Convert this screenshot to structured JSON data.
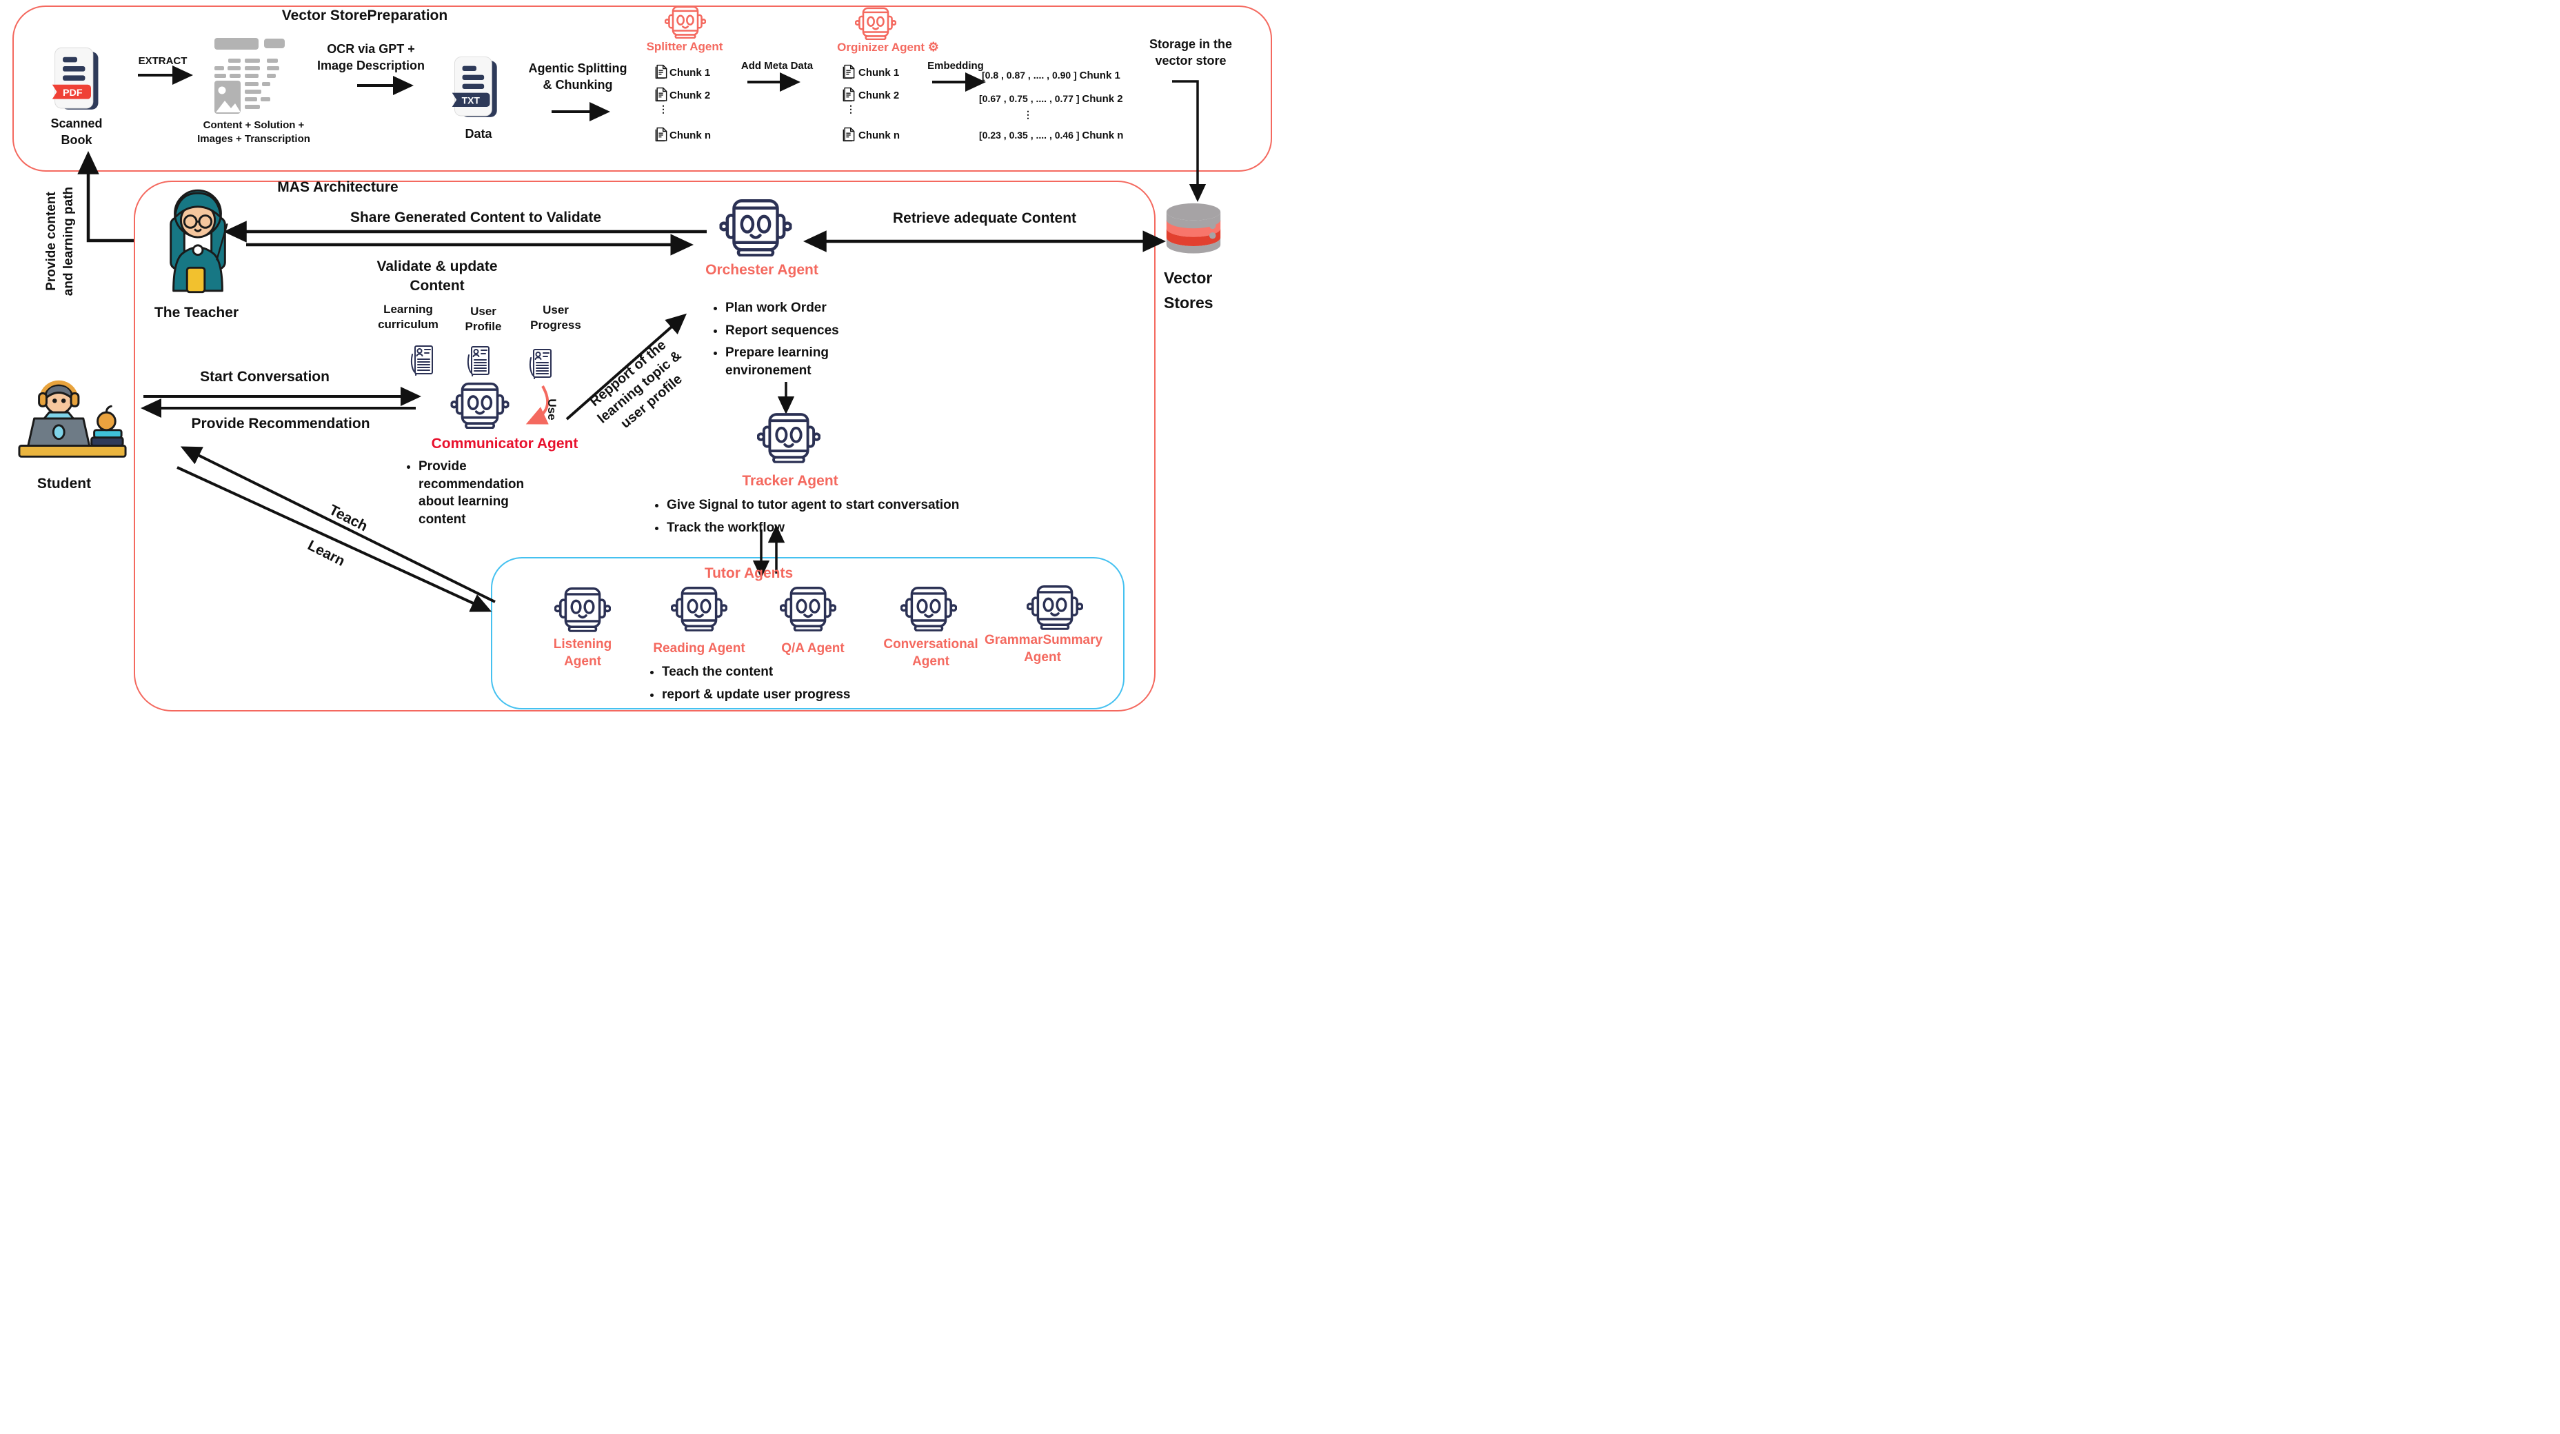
{
  "colors": {
    "accent_salmon": "#f4695f",
    "accent_red": "#e8112d",
    "robot_navy": "#2b3154",
    "tutor_box_cyan": "#45c1f0",
    "doc_gray": "#b3b3b3",
    "pdf_red": "#ef4136",
    "cylinder_gray": "#a6a3a5",
    "cylinder_band_light": "#f8766b",
    "cylinder_band_dark": "#e2402f"
  },
  "top_box": {
    "title": "Vector StorePreparation",
    "scanned_book_label": "Scanned Book",
    "pdf_badge": "PDF",
    "extract_label": "EXTRACT",
    "content_label": "Content + Solution + Images + Transcription",
    "ocr_label": "OCR via GPT + Image Description",
    "txt_badge": "TXT",
    "data_label": "Data",
    "splitting_label": "Agentic Splitting & Chunking",
    "splitter_agent": "Splitter Agent",
    "chunks": [
      "Chunk 1",
      "Chunk 2",
      "Chunk n"
    ],
    "dots": "⋮",
    "add_meta": "Add Meta Data",
    "orginizer_agent": "Orginizer Agent",
    "gear_icon": "⚙",
    "embedding": "Embedding",
    "vectors": [
      {
        "vector": "[0.8 , 0.87 , .... , 0.90 ] ",
        "chunk": "Chunk 1"
      },
      {
        "vector": "[0.67 , 0.75 , .... , 0.77 ] ",
        "chunk": "Chunk 2"
      },
      {
        "vector": "[0.23 , 0.35 , .... , 0.46 ] ",
        "chunk": "Chunk n"
      }
    ],
    "storage_label": "Storage in the vector store"
  },
  "mas": {
    "title": "MAS Architecture",
    "provide_path": "Provide content and learning path",
    "teacher_label": "The Teacher",
    "student_label": "Student",
    "share_label": "Share Generated Content  to Validate",
    "validate_label": "Validate & update Content",
    "docs": [
      "Learning curriculum",
      "User Profile",
      "User Progress"
    ],
    "start_conversation": "Start Conversation",
    "provide_recommendation": "Provide Recommendation",
    "teach_label": "Teach",
    "learn_label": "Learn",
    "communicator": {
      "name": "Communicator Agent",
      "bullets": [
        "Provide recommendation about learning content"
      ]
    },
    "use_label": "Use",
    "repport_label": "Repport of the learning topic & user profile",
    "orchester": {
      "name": "Orchester Agent",
      "bullets": [
        "Plan work Order",
        "Report sequences",
        "Prepare learning environement"
      ]
    },
    "retrieve_label": "Retrieve adequate Content",
    "vector_stores_label": "Vector Stores",
    "tracker": {
      "name": "Tracker Agent",
      "bullets": [
        "Give Signal to tutor agent to start conversation",
        "Track the workflow"
      ]
    },
    "tutor": {
      "title": "Tutor Agents",
      "agents": [
        "Listening Agent",
        "Reading Agent",
        "Q/A Agent",
        "Conversational Agent",
        "GrammarSummary Agent"
      ],
      "bullets": [
        "Teach the content",
        "report & update user progress"
      ]
    }
  }
}
